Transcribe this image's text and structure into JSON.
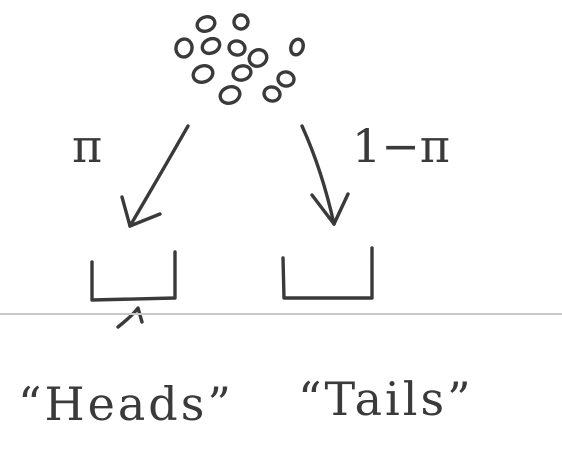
{
  "diagram": {
    "left_prob": "π",
    "right_prob": "1−π",
    "left_outcome": "“Heads”",
    "right_outcome": "“Tails”",
    "ink_color": "#3a3a3a",
    "rule_color": "#c8c8c8"
  }
}
